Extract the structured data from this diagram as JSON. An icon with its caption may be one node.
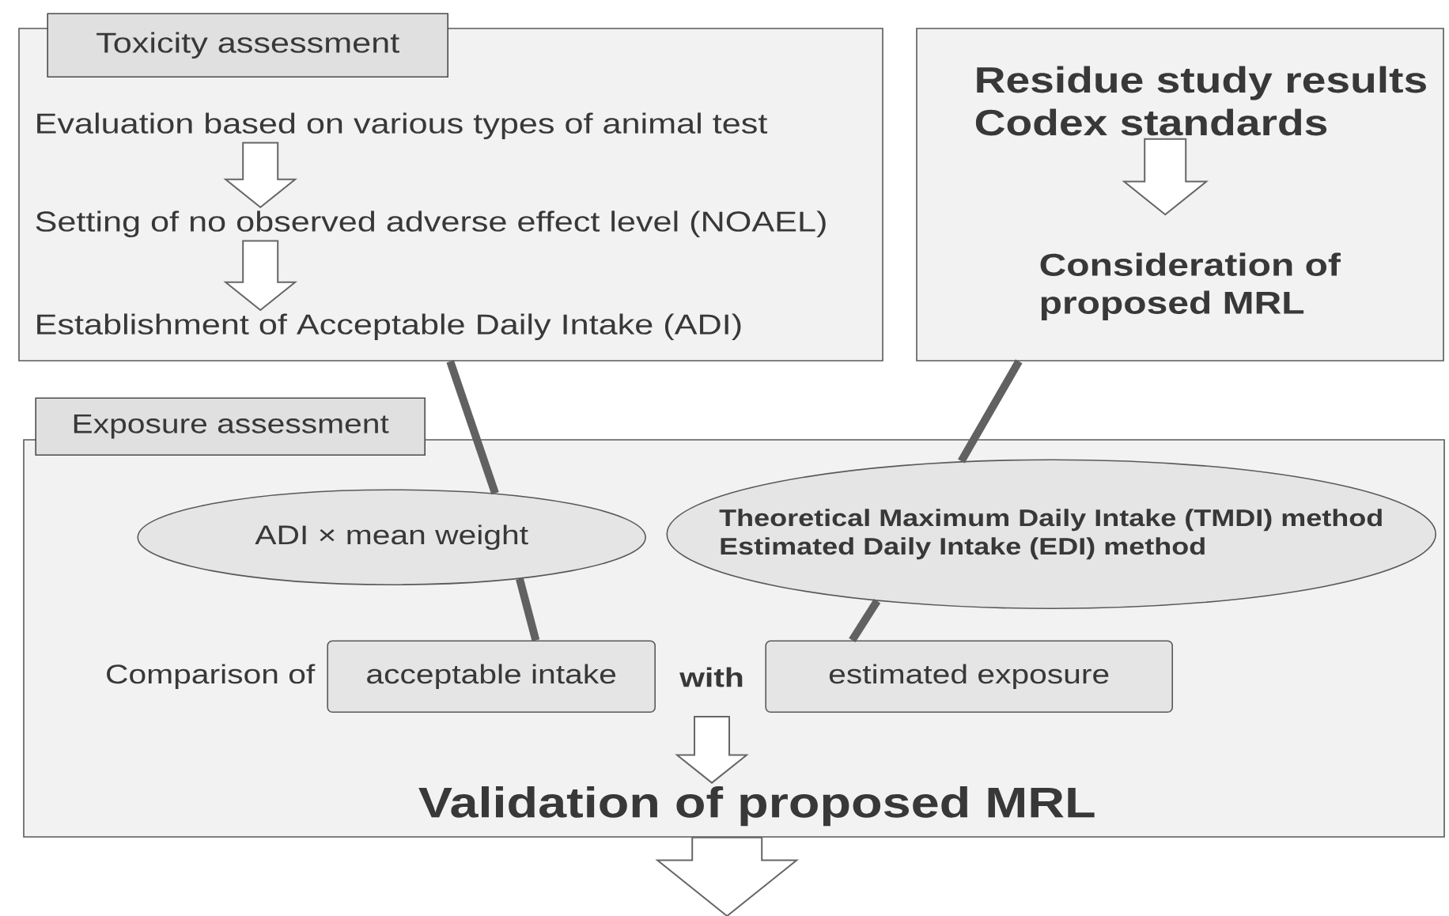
{
  "diagram": {
    "nodes": [
      {
        "text": [
          "Toxicity assessment"
        ]
      },
      {
        "text": [
          "Evaluation based on various types of animal test"
        ],
        "in": 0
      },
      {
        "text": [
          "Setting of no observed adverse effect level (NOAEL)"
        ],
        "in": 0
      },
      {
        "text": [
          "Establishment of Acceptable Daily Intake (ADI)"
        ],
        "in": 0
      },
      {
        "text": [],
        "shape": "box"
      },
      {
        "text": [
          "Residue study results Codex standards"
        ],
        "in": 4
      },
      {
        "text": [
          "Consideration of proposed MRL"
        ],
        "in": 4
      },
      {
        "text": [
          "Exposure assessment"
        ]
      },
      {
        "text": [
          "ADI × mean weight"
        ],
        "in": 7
      },
      {
        "text": [
          "Theoretical Maximum Daily Intake (TMDI) method",
          "Estimated Daily Intake (EDI) method"
        ],
        "in": 7
      },
      {
        "text": [
          "acceptable intake"
        ],
        "in": 7,
        "beside": [
          "Comparison of"
        ]
      },
      {
        "text": [
          "estimated exposure"
        ],
        "in": 7
      },
      {
        "text": [
          "Validation of proposed MRL"
        ],
        "in": 7
      }
    ],
    "edges": [
      {
        "from": 1,
        "to": 2,
        "arrow": "to"
      },
      {
        "from": 2,
        "to": 3,
        "arrow": "to"
      },
      {
        "from": 5,
        "to": 6,
        "arrow": "to"
      },
      {
        "from": 0,
        "to": 8,
        "arrow": "none"
      },
      {
        "from": 8,
        "to": 10,
        "arrow": "none"
      },
      {
        "from": 4,
        "to": 9,
        "arrow": "none"
      },
      {
        "from": 9,
        "to": 11,
        "arrow": "none"
      },
      {
        "from": null,
        "to": 12,
        "arrow": "to"
      },
      {
        "from": 7,
        "to": null,
        "arrow": "to"
      }
    ],
    "labels": [
      "with"
    ]
  }
}
